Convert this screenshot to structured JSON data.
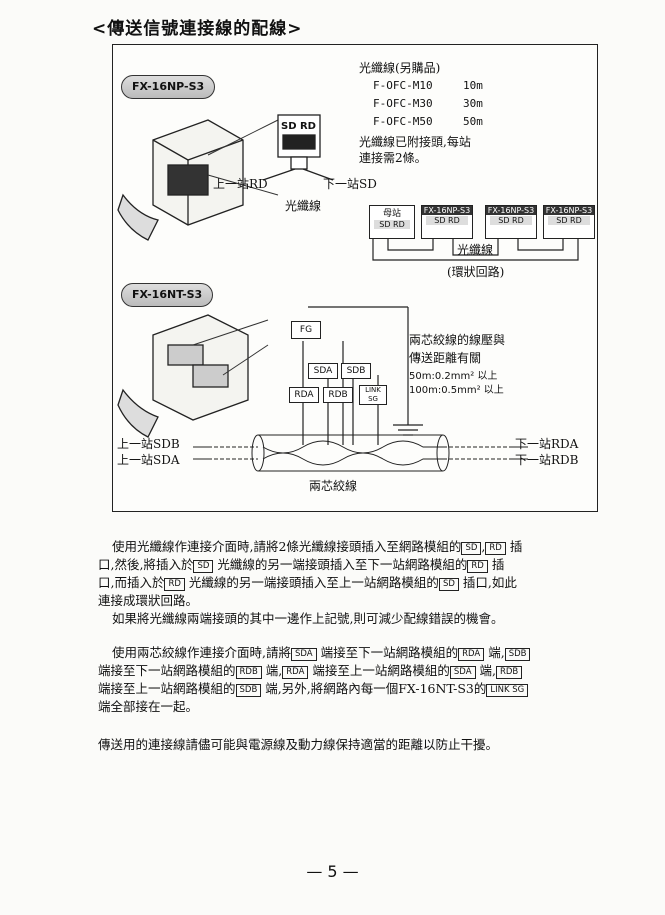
{
  "title": "<傳送信號連接線的配線>",
  "figure": {
    "tag_np": "FX-16NP-S3",
    "tag_nt": "FX-16NT-S3",
    "fiber_header": "光纖線(另購品)",
    "fiber_models": [
      {
        "model": "F-OFC-M10",
        "length": "10m"
      },
      {
        "model": "F-OFC-M30",
        "length": "30m"
      },
      {
        "model": "F-OFC-M50",
        "length": "50m"
      }
    ],
    "fiber_note_1": "光纖線已附接頭,每站",
    "fiber_note_2": "連接需2條。",
    "sd_rd": "SD RD",
    "upper_rd": "上一站RD",
    "lower_sd": "下一站SD",
    "fiber_label": "光纖線",
    "ring_boxes": [
      {
        "name": "母站",
        "ports": "SD RD"
      },
      {
        "name": "FX-16NP-S3",
        "ports": "SD RD"
      },
      {
        "name": "FX-16NP-S3",
        "ports": "SD RD"
      },
      {
        "name": "FX-16NP-S3",
        "ports": "SD RD"
      }
    ],
    "ring_fiber": "光纖線",
    "ring_loop": "(環狀回路)",
    "fg": "FG",
    "sda": "SDA",
    "sdb": "SDB",
    "rda": "RDA",
    "rdb": "RDB",
    "link_sg": "LINK SG",
    "twisted_note_1": "兩芯絞線的線壓與",
    "twisted_note_2": "傳送距離有關",
    "twisted_note_3": "50m:0.2mm² 以上",
    "twisted_note_4": "100m:0.5mm² 以上",
    "upper_sdb": "上一站SDB",
    "upper_sda": "上一站SDA",
    "lower_rda": "下一站RDA",
    "lower_rdb": "下一站RDB",
    "twisted_label": "兩芯絞線"
  },
  "paragraphs": {
    "p1_a": "使用光纖線作連接介面時,請將2條光纖線接頭插入至網路模組的",
    "k_sd": "SD",
    "k_rd": "RD",
    "p1_b": "插",
    "p1_c": "口,然後,將插入於",
    "p1_d": "光纖線的另一端接頭插入至下一站網路模組的",
    "p1_e": "插",
    "p1_f": "口,而插入於",
    "p1_g": "光纖線的另一端接頭插入至上一站網路模組的",
    "p1_h": "插口,如此",
    "p1_i": "連接成環狀回路。",
    "p2": "如果將光纖線兩端接頭的其中一邊作上記號,則可減少配線錯誤的機會。",
    "p3_a": "使用兩芯絞線作連接介面時,請將",
    "k_sda": "SDA",
    "k_sdb": "SDB",
    "k_rda": "RDA",
    "k_rdb": "RDB",
    "k_link": "LINK SG",
    "p3_b": "端接至下一站網路模組的",
    "p3_c": "端,",
    "p3_d": "端接至下一站網路模組的",
    "p3_e": "端,",
    "p3_f": "端接至上一站網路模組的",
    "p3_g": "端,",
    "p3_h": "端接至上一站網路模組的",
    "p3_i": "端,另外,將網路內每一個FX-16NT-S3的",
    "p3_j": "端全部接在一起。",
    "p4": "傳送用的連接線請儘可能與電源線及動力線保持適當的距離以防止干擾。"
  },
  "page_number": "— 5 —"
}
